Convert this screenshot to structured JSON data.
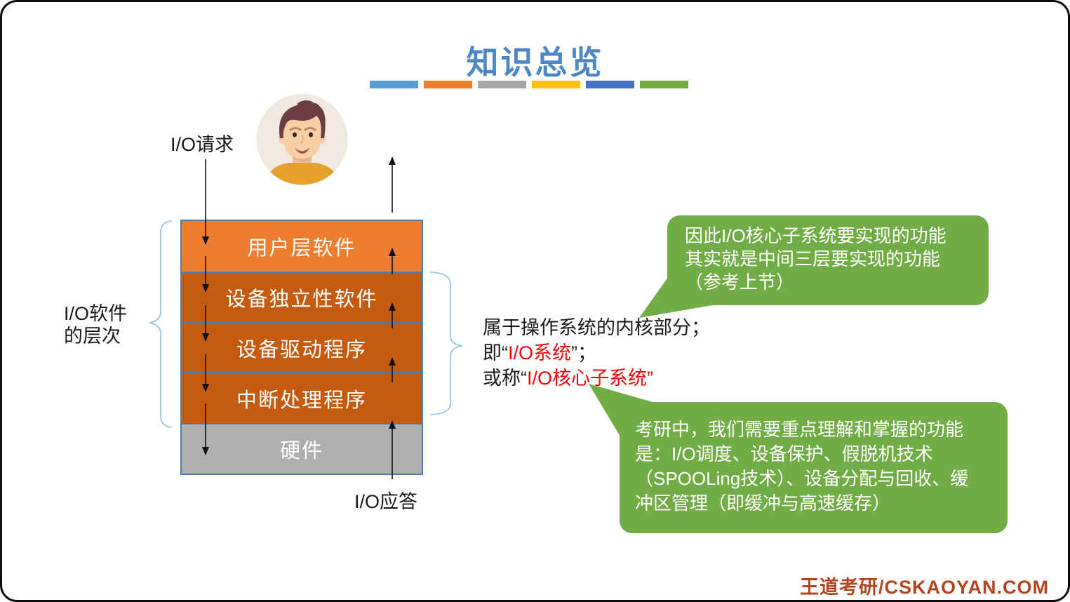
{
  "slide": {
    "title": "知识总览",
    "title_color": "#4e87c5"
  },
  "accent_bars": [
    {
      "name": "bar-blue",
      "color": "#5B9BD5"
    },
    {
      "name": "bar-orange",
      "color": "#ED7D31"
    },
    {
      "name": "bar-gray",
      "color": "#A5A5A5"
    },
    {
      "name": "bar-yellow",
      "color": "#FFC000"
    },
    {
      "name": "bar-dark-blue",
      "color": "#4472C4"
    },
    {
      "name": "bar-green",
      "color": "#70AD47"
    }
  ],
  "flow": {
    "request_label": "I/O请求",
    "response_label": "I/O应答"
  },
  "stack": {
    "brace_label_line1": "I/O软件",
    "brace_label_line2": "的层次",
    "layers": [
      {
        "label": "用户层软件",
        "color": "#ED7D31"
      },
      {
        "label": "设备独立性软件",
        "color": "#C55A11"
      },
      {
        "label": "设备驱动程序",
        "color": "#C55A11"
      },
      {
        "label": "中断处理程序",
        "color": "#C55A11"
      },
      {
        "label": "硬件",
        "color": "#B1AEAE"
      }
    ]
  },
  "kernel_note": {
    "line1": "属于操作系统的内核部分；",
    "line2_prefix": "即“",
    "line2_highlight": "I/O系统",
    "line2_suffix": "”；",
    "line3_prefix": "或称“",
    "line3_highlight": "I/O核心子系统”",
    "highlight_color": "#fb0000"
  },
  "bubbles": {
    "color": "#70AD47",
    "top": {
      "line1": "因此I/O核心子系统要实现的功能",
      "line2": "其实就是中间三层要实现的功能",
      "line3": "（参考上节）"
    },
    "bottom": {
      "line1": "考研中，我们需要重点理解和掌握的功能",
      "line2": "是：I/O调度、设备保护、假脱机技术",
      "line3": "（SPOOLing技术）、设备分配与回收、缓",
      "line4": "冲区管理（即缓冲与高速缓存）"
    }
  },
  "watermark": {
    "text": "王道考研/CSKAOYAN.COM",
    "color": "#b3441e"
  }
}
